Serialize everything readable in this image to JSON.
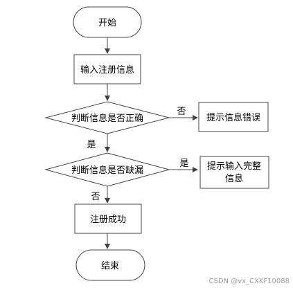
{
  "nodes": {
    "start": "开始",
    "input": "输入注册信息",
    "check_correct": "判断信息是否正确",
    "error_box": "提示信息错误",
    "check_missing": "判断信息是否缺漏",
    "complete_line1": "提示输入完整",
    "complete_line2": "信息",
    "success": "注册成功",
    "end": "结束"
  },
  "edge_labels": {
    "no_1": "否",
    "yes_1": "是",
    "yes_2": "是",
    "no_2": "否"
  },
  "watermark": "CSDN @vx_CXKF10088"
}
